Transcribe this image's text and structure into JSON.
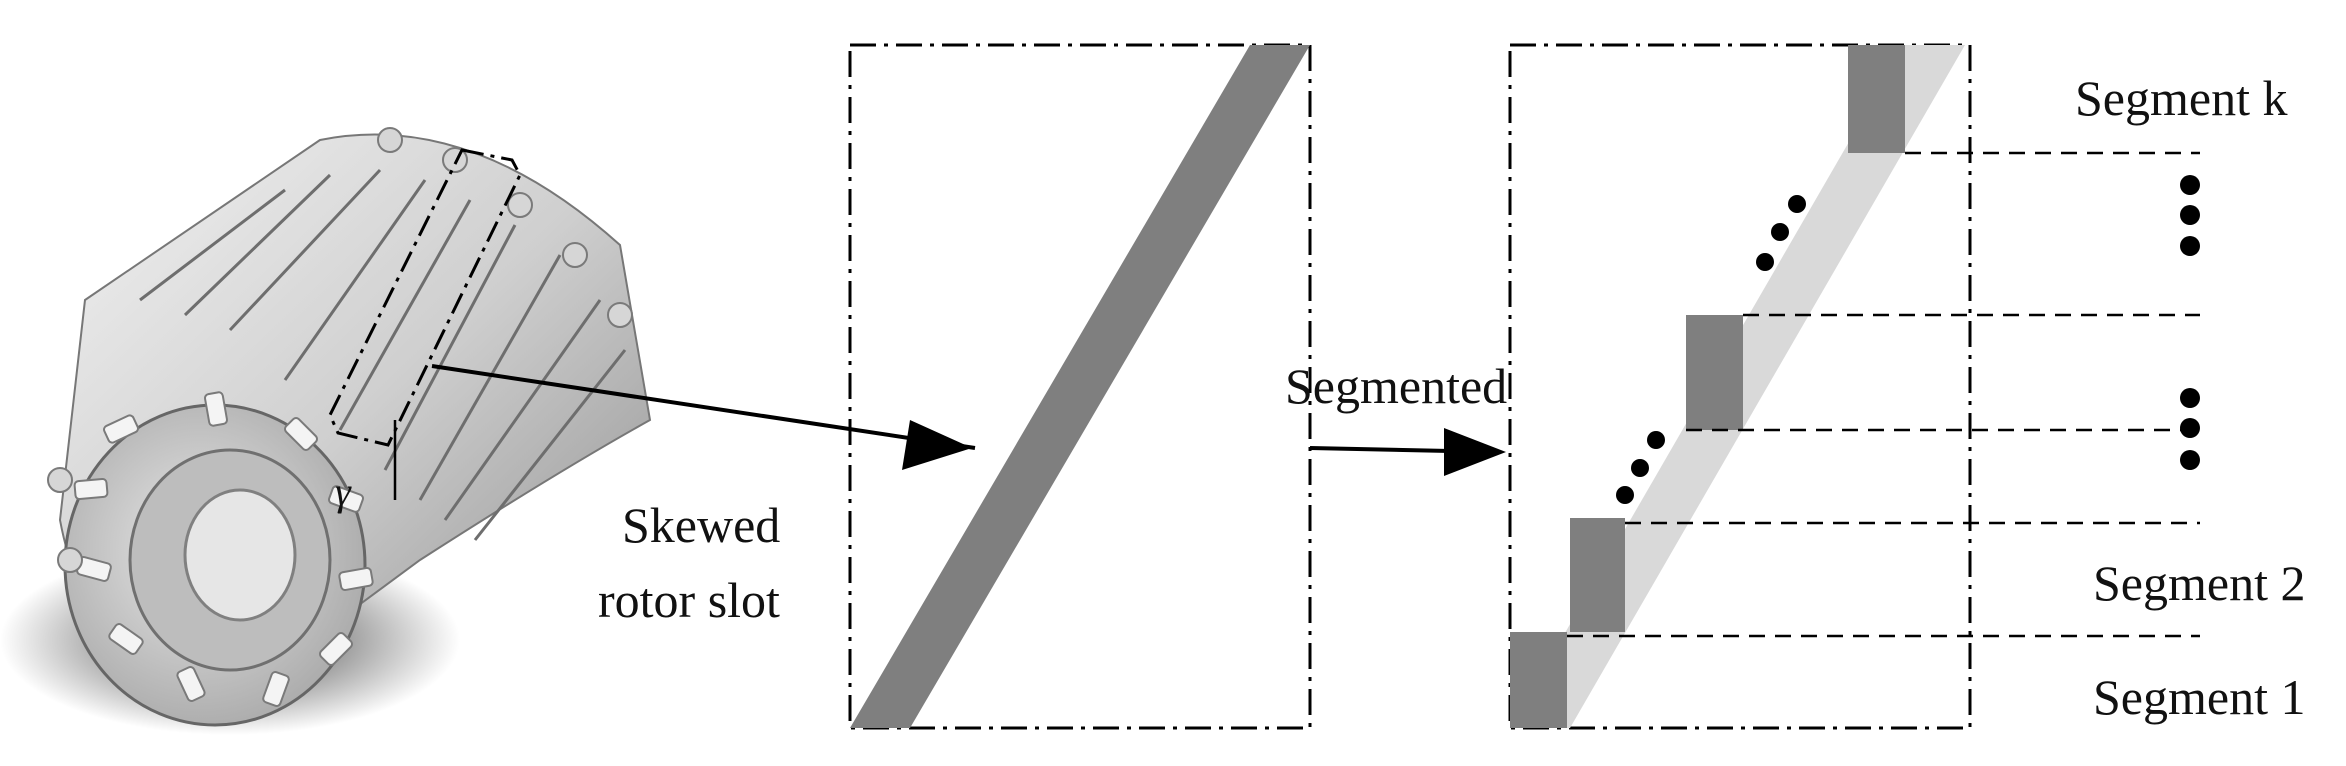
{
  "rotor": {
    "skew_angle_symbol": "γ"
  },
  "labels": {
    "skewed_line1": "Skewed",
    "skewed_line2": "rotor slot",
    "segmented": "Segmented"
  },
  "segments": {
    "top": "Segment k",
    "second": "Segment 2",
    "first": "Segment 1"
  },
  "colors": {
    "slot_dark": "#7f7f7f",
    "slot_light": "#d9d9d9",
    "line": "#000000"
  }
}
